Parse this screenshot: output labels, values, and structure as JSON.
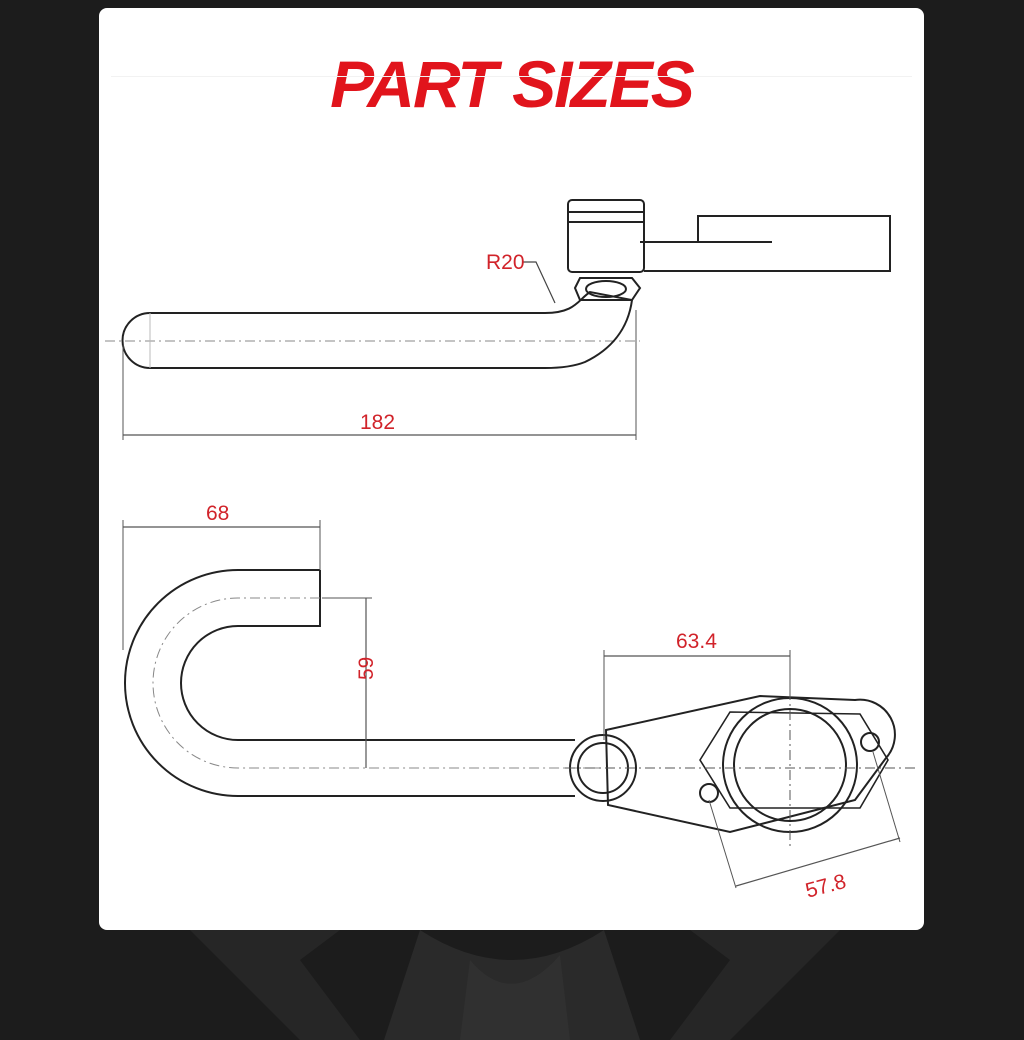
{
  "title": "PART SIZES",
  "top_view": {
    "radius_label": "R20",
    "length_label": "182"
  },
  "bottom_view": {
    "width_label": "68",
    "height_label": "59",
    "flange_span_label": "63.4",
    "bolt_spacing_label": "57.8"
  },
  "colors": {
    "background": "#1c1c1c",
    "card": "#ffffff",
    "title": "#e1141c",
    "dimension_text": "#d1232a",
    "lines": "#222222"
  }
}
